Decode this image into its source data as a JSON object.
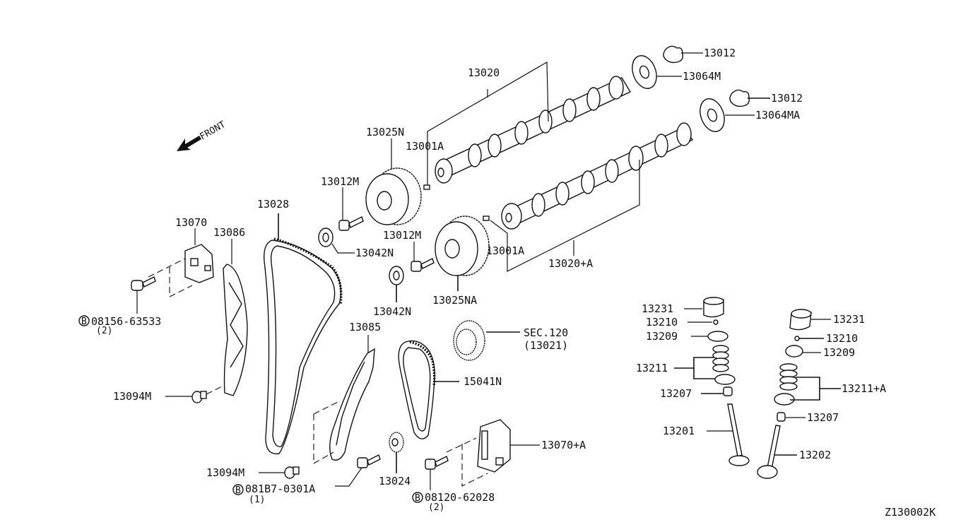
{
  "diagram": {
    "title_code": "Z130002K",
    "direction_label": "FRONT",
    "labels": {
      "p13012_a": "13012",
      "p13064M": "13064M",
      "p13012_b": "13012",
      "p13064MA": "13064MA",
      "p13020": "13020",
      "p13025N": "13025N",
      "p13001A_a": "13001A",
      "p13012M_a": "13012M",
      "p13028": "13028",
      "p13070": "13070",
      "p13086": "13086",
      "p13042N_a": "13042N",
      "p13012M_b": "13012M",
      "p13001A_b": "13001A",
      "p13020A": "13020+A",
      "p08156": "08156-63533",
      "p08156_qty": "(2)",
      "p13042N_b": "13042N",
      "p13025NA": "13025NA",
      "p13085": "13085",
      "sec120": "SEC.120",
      "sec120_ref": "(13021)",
      "p15041N": "15041N",
      "p13094M_a": "13094M",
      "p13070A": "13070+A",
      "p13094M_b": "13094M",
      "p081B7": "081B7-0301A",
      "p081B7_qty": "(1)",
      "p13024": "13024",
      "p08120": "08120-62028",
      "p08120_qty": "(2)",
      "p13231_a": "13231",
      "p13210_a": "13210",
      "p13209_a": "13209",
      "p13211": "13211",
      "p13207_a": "13207",
      "p13201": "13201",
      "p13231_b": "13231",
      "p13210_b": "13210",
      "p13209_b": "13209",
      "p13211A": "13211+A",
      "p13207_b": "13207",
      "p13202": "13202",
      "bolt_symbol": "B"
    }
  }
}
